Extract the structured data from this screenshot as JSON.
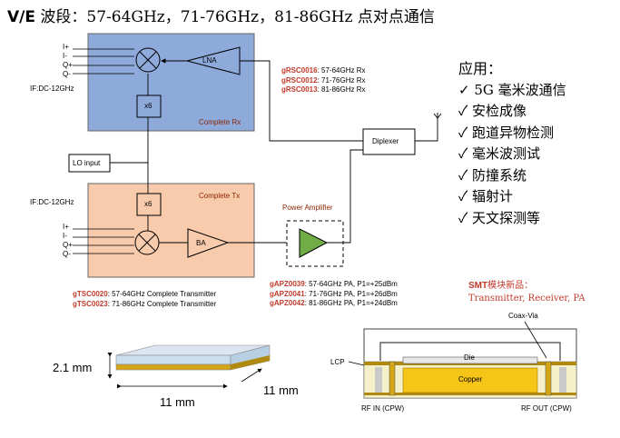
{
  "title": {
    "prefix": "V/E",
    "middle": " 波段：",
    "bands": "57-64GHz，71-76GHz，81-86GHz",
    "suffix": " 点对点通信"
  },
  "rx_block": {
    "label": "Complete Rx",
    "ports": [
      "I+",
      "I-",
      "Q+",
      "Q-"
    ],
    "if_label": "IF:DC-12GHz",
    "multiplier": "x6",
    "lna": "LNA"
  },
  "tx_block": {
    "label": "Complete Tx",
    "ports": [
      "I+",
      "I-",
      "Q+",
      "Q-"
    ],
    "if_label": "IF:DC-12GHz",
    "multiplier": "x6",
    "ba": "BA"
  },
  "lo_input": "LO input",
  "diplexer": "Diplexer",
  "power_amplifier": "Power Amplifier",
  "rx_parts": [
    {
      "code": "gRSC0016",
      "desc": ": 57-64GHz Rx"
    },
    {
      "code": "gRSC0012",
      "desc": ": 71-76GHz Rx"
    },
    {
      "code": "gRSC0013",
      "desc": ": 81-86GHz Rx"
    }
  ],
  "tx_parts": [
    {
      "code": "gTSC0020",
      "desc": ": 57-64GHz Complete Transmitter"
    },
    {
      "code": "gTSC0023",
      "desc": ": 71-86GHz Complete Transmitter"
    }
  ],
  "pa_parts": [
    {
      "code": "gAPZ0039",
      "desc": ": 57-64GHz PA, P1=+25dBm"
    },
    {
      "code": "gAPZ0041",
      "desc": ": 71-76GHz PA, P1=+26dBm"
    },
    {
      "code": "gAPZ0042",
      "desc": ": 81-86GHz PA, P1=+24dBm"
    }
  ],
  "applications": {
    "heading": "应用：",
    "items": [
      "5G 毫米波通信",
      "安检成像",
      "跑道异物检测",
      "毫米波测试",
      "防撞系统",
      "辐射计",
      "天文探测等"
    ]
  },
  "smt": {
    "line1_bold": "SMT",
    "line1_rest": "模块新品：",
    "line2": "Transmitter, Receiver, PA"
  },
  "package": {
    "height": "2.1 mm",
    "width": "11 mm",
    "depth": "11 mm"
  },
  "cross_section": {
    "lcp": "LCP",
    "die": "Die",
    "copper": "Copper",
    "coax_via": "Coax-Via",
    "rf_in": "RF IN (CPW)",
    "rf_out": "RF OUT (CPW)"
  },
  "colors": {
    "rx_fill": "#8eaadb",
    "tx_fill": "#f8cbad",
    "pa_green": "#70ad47",
    "copper": "#f5c518",
    "part_code": "#c0392b"
  }
}
